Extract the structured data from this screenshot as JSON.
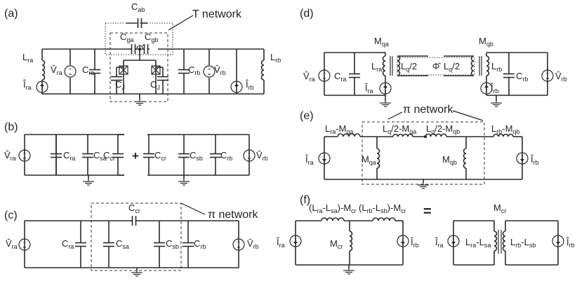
{
  "panels": {
    "a": {
      "tag": "(a)",
      "network_label": "T network",
      "labels": {
        "c_ab": [
          "C",
          "ab"
        ],
        "c_ga": [
          "C",
          "ga"
        ],
        "c_gb": [
          "C",
          "gb"
        ],
        "phi": "Φ̂",
        "c_j_left": [
          "C",
          "J"
        ],
        "c_j_right": [
          "C",
          "J"
        ],
        "l_ra": [
          "L",
          "ra"
        ],
        "l_rb": [
          "L",
          "rb"
        ],
        "v_ra": [
          "V̂",
          "ra"
        ],
        "v_rb": [
          "V̂",
          "rb"
        ],
        "c_ra": [
          "C",
          "ra"
        ],
        "c_rb": [
          "C",
          "rb"
        ],
        "i_ra": [
          "Î",
          "ra"
        ],
        "i_rb": [
          "Î",
          "rb"
        ]
      }
    },
    "b": {
      "tag": "(b)",
      "plus": "+",
      "labels": {
        "v_ra": [
          "V̂",
          "ra"
        ],
        "c_ra": [
          "C",
          "ra"
        ],
        "c_sa": [
          "C",
          "sa"
        ],
        "c_cr1": [
          "C",
          "cr"
        ],
        "c_cr2": [
          "C",
          "cr"
        ],
        "c_sb": [
          "C",
          "sb"
        ],
        "c_rb": [
          "C",
          "rb"
        ],
        "v_rb": [
          "V̂",
          "rb"
        ]
      }
    },
    "c": {
      "tag": "(c)",
      "network_label": "π network",
      "labels": {
        "c_cr": [
          "C",
          "cr"
        ],
        "v_ra": [
          "V̂",
          "ra"
        ],
        "c_ra": [
          "C",
          "ra"
        ],
        "c_sa": [
          "C",
          "sa"
        ],
        "c_sb": [
          "C",
          "sb"
        ],
        "c_rb": [
          "C",
          "rb"
        ],
        "v_rb": [
          "V̂",
          "rb"
        ]
      }
    },
    "d": {
      "tag": "(d)",
      "labels": {
        "m_qa": [
          "M",
          "qa"
        ],
        "m_qb": [
          "M",
          "qb"
        ],
        "l_q2_left": [
          "L",
          "q",
          "/2"
        ],
        "phi": "Φ̂",
        "l_q2_right": [
          "L",
          "q",
          "/2"
        ],
        "l_ra": [
          "L",
          "ra"
        ],
        "l_rb": [
          "L",
          "rb"
        ],
        "v_ra": [
          "V̂",
          "ra"
        ],
        "c_ra": [
          "C",
          "ra"
        ],
        "i_ra": [
          "Î",
          "ra"
        ],
        "i_rb": [
          "Î",
          "rb"
        ],
        "c_rb": [
          "C",
          "rb"
        ],
        "v_rb": [
          "V̂",
          "rb"
        ]
      }
    },
    "e": {
      "tag": "(e)",
      "network_label": "π network",
      "labels": {
        "l_ra_mqa": [
          "L",
          "ra",
          "-M",
          "qa"
        ],
        "l_q2_mqa": [
          "L",
          "q",
          "/2-M",
          "qa"
        ],
        "l_q2_mqb": [
          "L",
          "q",
          "/2-M",
          "qb"
        ],
        "l_rb_mqb": [
          "L",
          "rb",
          "-M",
          "qb"
        ],
        "i_ra": [
          "Î",
          "ra"
        ],
        "m_qa": [
          "M",
          "qa"
        ],
        "m_qb": [
          "M",
          "qb"
        ],
        "i_rb": [
          "Î",
          "rb"
        ]
      }
    },
    "f": {
      "tag": "(f)",
      "equals": "=",
      "labels": {
        "left_top": [
          "(L",
          "ra",
          "-L",
          "sa",
          ")-M",
          "cr"
        ],
        "right_top": [
          "(L",
          "rb",
          "-L",
          "sb",
          ")-M",
          "cr"
        ],
        "i_ra": [
          "Î",
          "ra"
        ],
        "m_cr": [
          "M",
          "cr"
        ],
        "i_rb": [
          "Î",
          "rb"
        ],
        "m_cr2": [
          "M",
          "cr"
        ],
        "i_ra2": [
          "Î",
          "ra"
        ],
        "l_ra_lsa": [
          "L",
          "ra",
          "-L",
          "sa"
        ],
        "l_rb_lsb": [
          "L",
          "rb",
          "-L",
          "sb"
        ],
        "i_rb2": [
          "Î",
          "rb"
        ]
      }
    }
  }
}
